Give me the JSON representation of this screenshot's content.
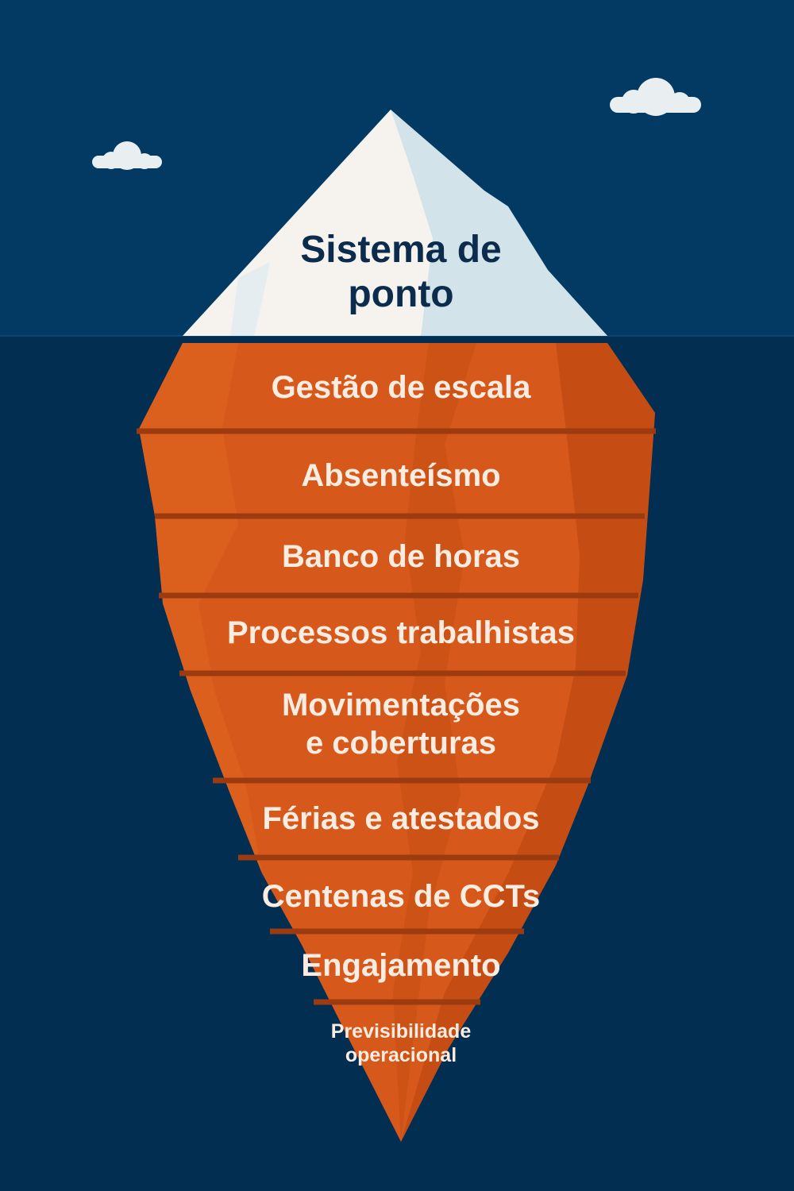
{
  "colors": {
    "sky": "#033a63",
    "water": "#022e52",
    "ice_light": "#f6f3ee",
    "ice_shade": "#d3e3ea",
    "berg": "#d6581a",
    "berg_shade": "#b8460f",
    "separator": "#9c3a10",
    "cloud": "#e9eef1",
    "title_text": "#0b2c4d",
    "layer_text": "#fbece2"
  },
  "tip": {
    "line1": "Sistema de",
    "line2": "ponto"
  },
  "layers": [
    {
      "line1": "Gestão de escala"
    },
    {
      "line1": "Absenteísmo"
    },
    {
      "line1": "Banco de horas"
    },
    {
      "line1": "Processos trabalhistas"
    },
    {
      "line1": "Movimentações",
      "line2": "e coberturas"
    },
    {
      "line1": "Férias e atestados"
    },
    {
      "line1": "Centenas de CCTs"
    },
    {
      "line1": "Engajamento"
    },
    {
      "line1": "Previsibilidade",
      "line2": "operacional"
    }
  ]
}
